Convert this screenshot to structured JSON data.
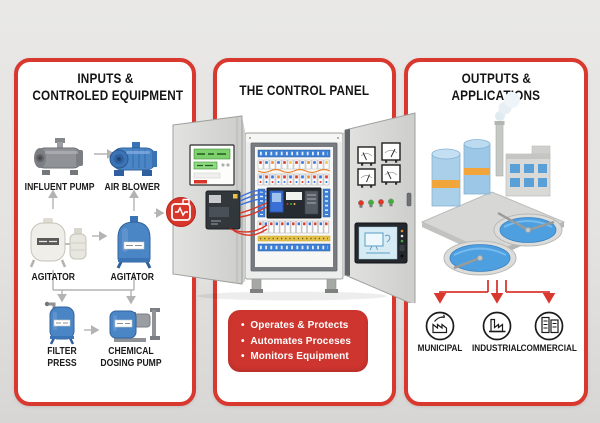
{
  "palette": {
    "accent_red": "#d9382f",
    "bullet_box_red": "#cd352e",
    "page_bg": "#e4e3e1",
    "card_bg": "#ffffff",
    "text_black": "#141414",
    "equipment_blue": "#4a86c6",
    "equipment_gray": "#8f9297",
    "connector_gray": "#b3b3b3",
    "water_blue": "#4d9fe0"
  },
  "left_panel": {
    "title_line1": "INPUTS &",
    "title_line2": "CONTROLED EQUIPMENT",
    "equipment": [
      {
        "label": "INFLUENT PUMP",
        "icon": "influent-pump-icon"
      },
      {
        "label": "AIR BLOWER",
        "icon": "air-blower-icon"
      },
      {
        "label": "AGITATOR",
        "icon": "agitator-tank-icon"
      },
      {
        "label": "AGITATOR",
        "icon": "agitator-blue-tank-icon"
      },
      {
        "label": "FILTER PRESS",
        "icon": "filter-press-icon"
      },
      {
        "label": "CHEMICAL DOSING PUMP",
        "icon": "chemical-dosing-pump-icon"
      }
    ]
  },
  "center_panel": {
    "title": "THE CONTROL PANEL",
    "bullets": [
      "Operates & Protects",
      "Automates Proceses",
      "Monitors Equipment"
    ],
    "badge_icon": "control-badge-icon",
    "cabinet_parts": [
      "left-door-meter-device",
      "left-door-controller",
      "breaker-rows",
      "plc-unit",
      "analog-meters",
      "indicator-lights",
      "hmi-touchscreen"
    ]
  },
  "right_panel": {
    "title_line1": "OUTPUTS &",
    "title_line2": "APPLICATIONS",
    "facility_icon": "treatment-plant-icon",
    "applications": [
      {
        "label": "MUNICIPAL",
        "icon": "municipal-icon"
      },
      {
        "label": "INDUSTRIAL",
        "icon": "industrial-icon"
      },
      {
        "label": "COMMERCIAL",
        "icon": "commercial-icon"
      }
    ]
  }
}
